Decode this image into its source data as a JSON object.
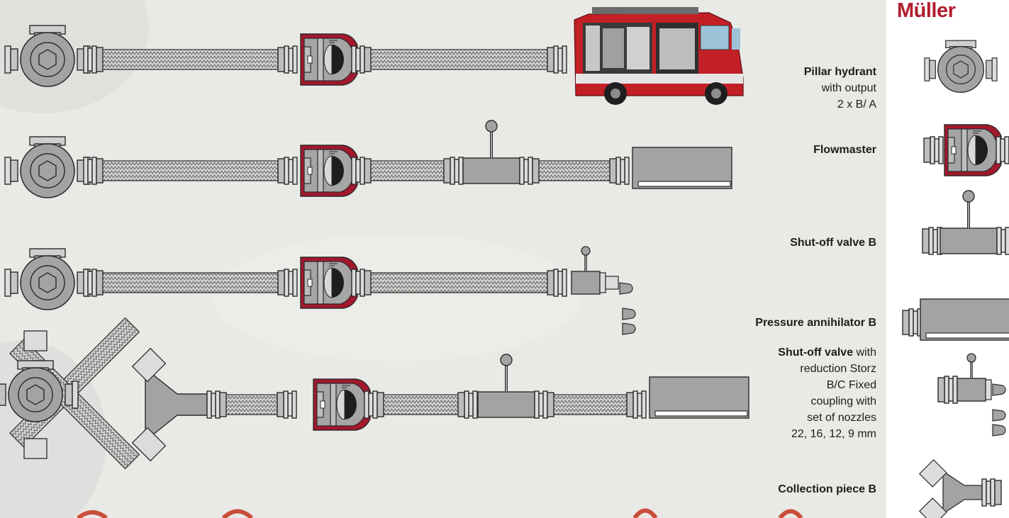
{
  "brand": {
    "name": "Müller"
  },
  "labels": {
    "pillar_hydrant": {
      "bold": "Pillar hydrant",
      "l2": "with output",
      "l3": "2 x B/ A"
    },
    "flowmaster": {
      "bold": "Flowmaster"
    },
    "shutoff_b": {
      "bold": "Shut-off valve B"
    },
    "annihilator": {
      "bold": "Pressure annihilator B"
    },
    "shutoff_red": {
      "bold": "Shut-off valve",
      "rest": " with",
      "l2": "reduction Storz",
      "l3": "B/C Fixed",
      "l4": "coupling with",
      "l5": "set of nozzles",
      "l6": "22, 16, 12, 9 mm"
    },
    "collection": {
      "bold": "Collection piece B"
    }
  },
  "colors": {
    "background": "#e9e9e6",
    "metal": "#a0a0a0",
    "flowmaster_red": "#a3182c",
    "outline": "#2b2b2b",
    "brand": "#b01e2e",
    "truck_red": "#c21f26"
  },
  "icons": [
    "pillar-hydrant-icon",
    "flowmaster-icon",
    "shutoff-valve-icon",
    "pressure-annihilator-icon",
    "shutoff-valve-nozzles-icon",
    "collection-piece-icon",
    "fire-truck-image"
  ]
}
